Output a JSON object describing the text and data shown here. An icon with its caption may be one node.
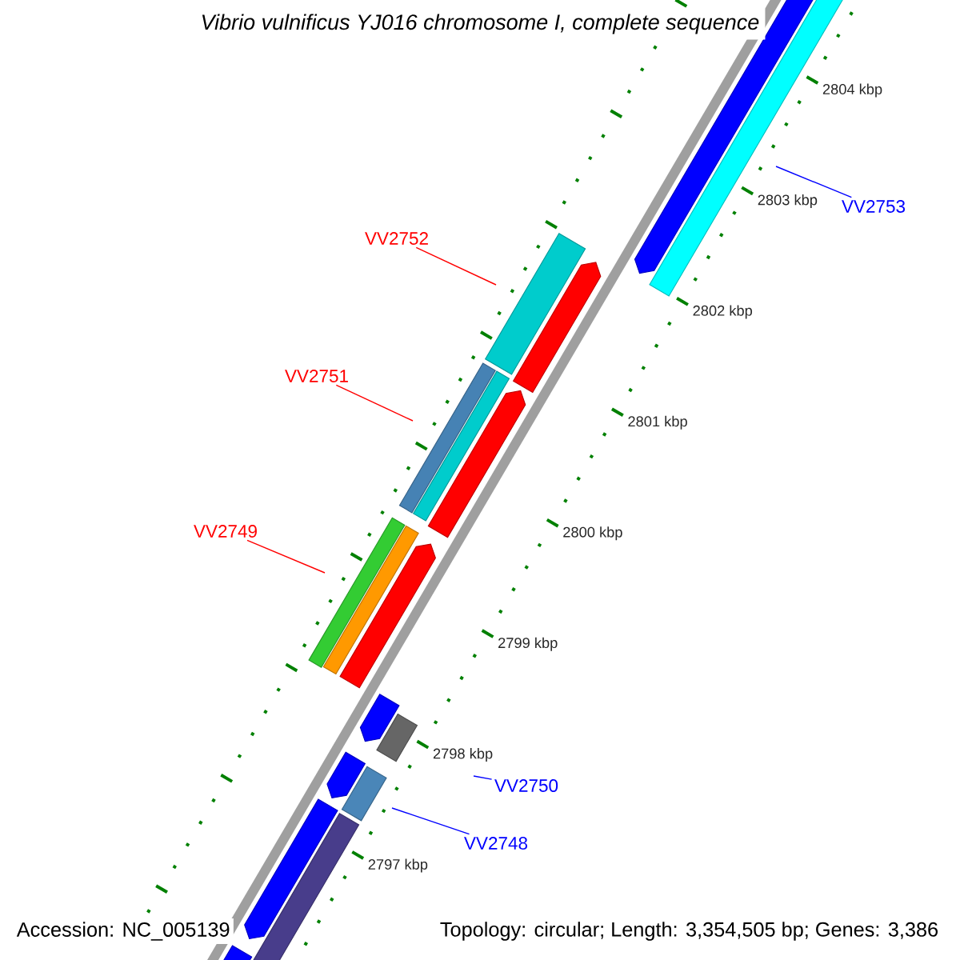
{
  "diagram": {
    "title": "Vibrio vulnificus YJ016 chromosome I, complete sequence",
    "nodes": [
      {
        "text": [
          "VV2753"
        ]
      },
      {
        "text": [
          "VV2752"
        ]
      },
      {
        "text": [
          "VV2751"
        ]
      },
      {
        "text": [
          "VV2749"
        ]
      },
      {
        "text": [
          "VV2750"
        ]
      },
      {
        "text": [
          "VV2748"
        ]
      }
    ],
    "edges": [
      {
        "from": 0,
        "to": null,
        "arrow": "none",
        "color": "#0000ff"
      },
      {
        "from": 1,
        "to": null,
        "arrow": "none",
        "color": "#ff0000"
      },
      {
        "from": 2,
        "to": null,
        "arrow": "none",
        "color": "#ff0000"
      },
      {
        "from": 3,
        "to": null,
        "arrow": "none",
        "color": "#ff0000"
      },
      {
        "from": 4,
        "to": null,
        "arrow": "none",
        "color": "#0000ff"
      },
      {
        "from": 5,
        "to": null,
        "arrow": "none",
        "color": "#0000ff"
      }
    ],
    "labels": [
      "2804 kbp",
      "2803 kbp",
      "2802 kbp",
      "2801 kbp",
      "2800 kbp",
      "2799 kbp",
      "2798 kbp",
      "2797 kbp",
      "Accession: NC_005139",
      "Topology: circular; Length: 3,354,505 bp; Genes: 3,386"
    ]
  }
}
